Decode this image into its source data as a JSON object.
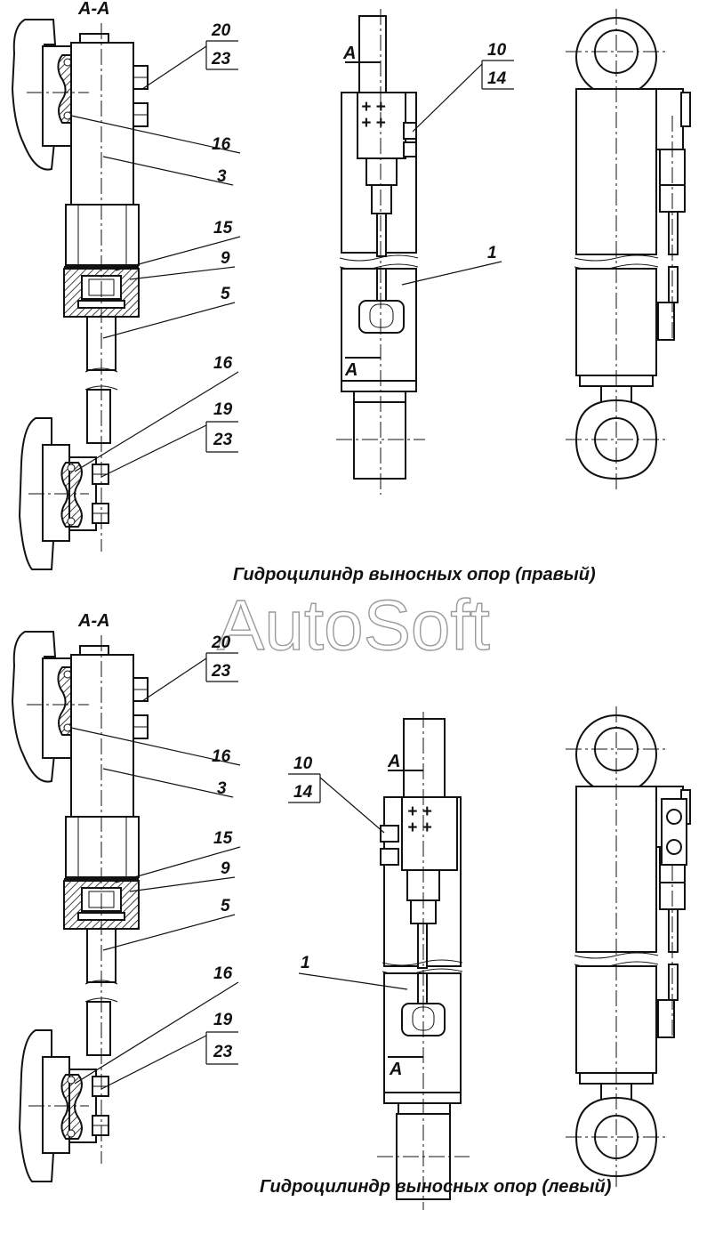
{
  "watermark": "AutoSoft",
  "captions": {
    "right": "Гидроцилиндр выносных опор (правый)",
    "left": "Гидроцилиндр выносных опор (левый)"
  },
  "section_label": "А-А",
  "arrow_label": "A",
  "callouts": {
    "n20": "20",
    "n23": "23",
    "n16": "16",
    "n3": "3",
    "n15": "15",
    "n9": "9",
    "n5": "5",
    "n19": "19",
    "n10": "10",
    "n14": "14",
    "n1": "1"
  }
}
